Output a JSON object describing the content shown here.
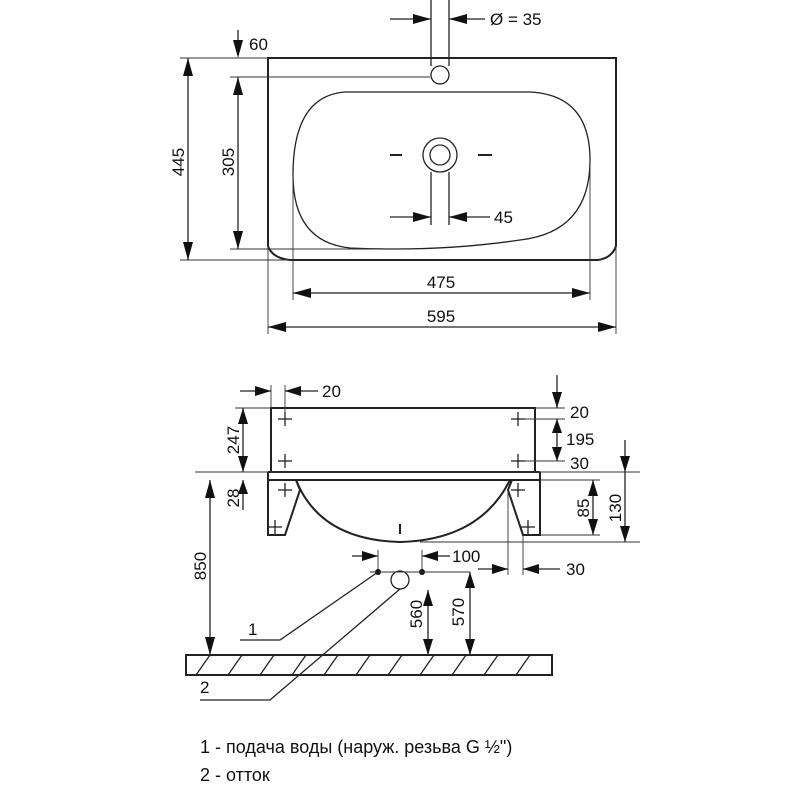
{
  "top_view": {
    "diameter_label": "Ø = 35",
    "dims": {
      "d60": "60",
      "d445": "445",
      "d305": "305",
      "d45": "45",
      "d475": "475",
      "d595": "595"
    }
  },
  "front_view": {
    "dims": {
      "d20_top": "20",
      "d247": "247",
      "d20_right": "20",
      "d195": "195",
      "d30_upper": "30",
      "d28": "28",
      "d85": "85",
      "d130": "130",
      "d850": "850",
      "d100": "100",
      "d30_lower": "30",
      "d560": "560",
      "d570": "570"
    },
    "callouts": [
      "1",
      "2"
    ]
  },
  "legend": {
    "item1": "1 - подача воды (наруж. резьва G ½\")",
    "item2": "2 - отток"
  }
}
